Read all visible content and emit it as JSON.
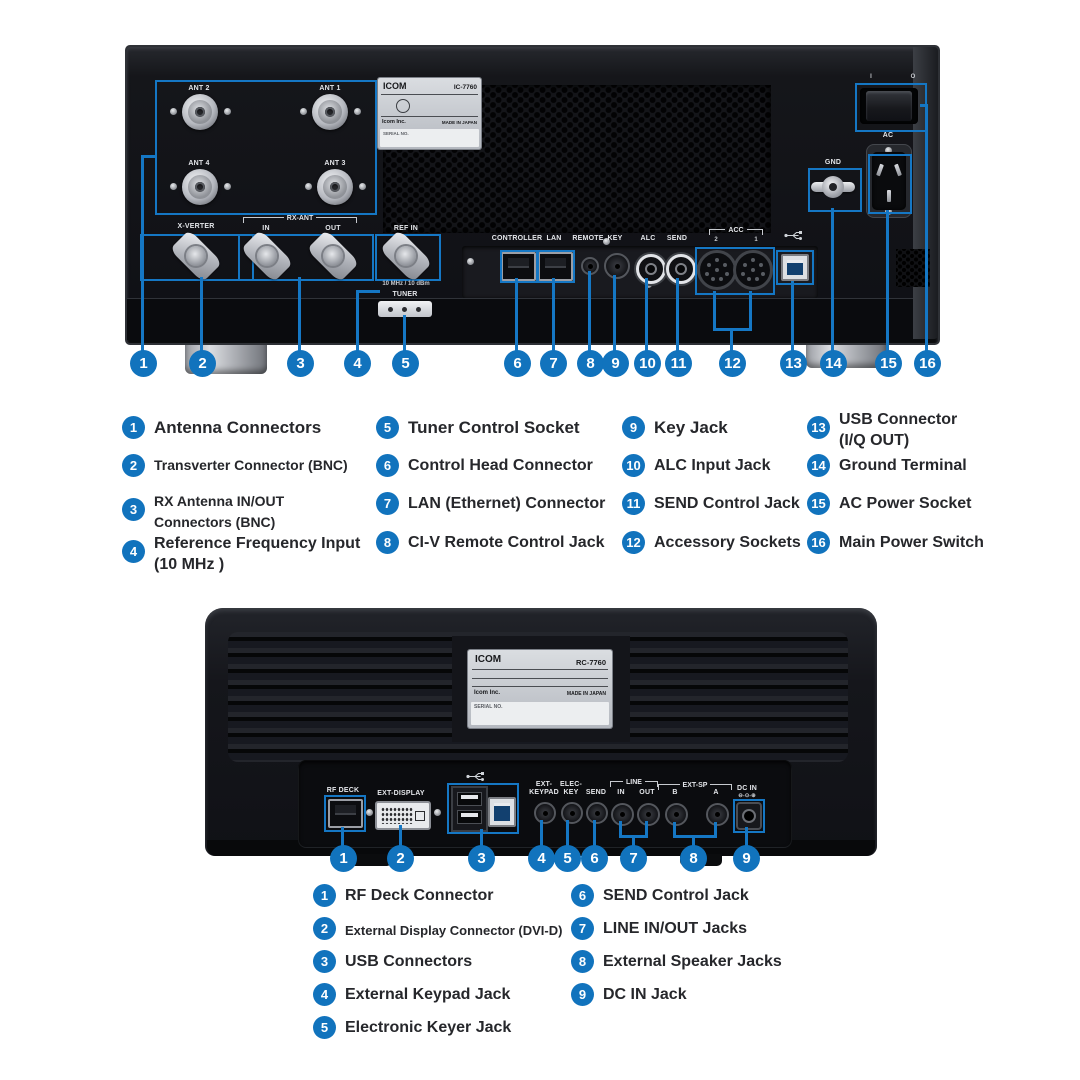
{
  "colors": {
    "accent": "#1577c4",
    "panel": "#101216",
    "legend_text": "#26272b"
  },
  "main_unit": {
    "plate": {
      "brand": "ICOM",
      "model": "IC-7760",
      "maker": "Icom Inc.",
      "made": "MADE IN JAPAN",
      "serial": "SERIAL NO."
    },
    "panel_labels": {
      "ant1": "ANT 1",
      "ant2": "ANT 2",
      "ant3": "ANT 3",
      "ant4": "ANT 4",
      "xverter": "X-VERTER",
      "rx_ant": "RX-ANT",
      "in": "IN",
      "out": "OUT",
      "ref_in": "REF IN",
      "ref_spec": "10 MHz / 10 dBm",
      "tuner": "TUNER",
      "controller": "CONTROLLER",
      "lan": "LAN",
      "remote": "REMOTE",
      "key": "KEY",
      "alc": "ALC",
      "send": "SEND",
      "acc": "ACC",
      "acc_2": "2",
      "acc_1": "1",
      "gnd": "GND",
      "ac": "AC",
      "power_on": "I",
      "power_off": "O"
    },
    "legend": [
      {
        "num": "1",
        "label": "Antenna Connectors"
      },
      {
        "num": "2",
        "label": "Transverter Connector (BNC)"
      },
      {
        "num": "3",
        "label": "RX Antenna IN/OUT",
        "label2": "Connectors (BNC)"
      },
      {
        "num": "4",
        "label": "Reference Frequency Input",
        "label2": "(10 MHz )"
      },
      {
        "num": "5",
        "label": "Tuner Control Socket"
      },
      {
        "num": "6",
        "label": "Control Head Connector"
      },
      {
        "num": "7",
        "label": "LAN (Ethernet) Connector"
      },
      {
        "num": "8",
        "label": "CI-V Remote Control Jack"
      },
      {
        "num": "9",
        "label": "Key Jack"
      },
      {
        "num": "10",
        "label": "ALC Input Jack"
      },
      {
        "num": "11",
        "label": "SEND Control Jack"
      },
      {
        "num": "12",
        "label": "Accessory Sockets"
      },
      {
        "num": "13",
        "label": "USB Connector",
        "label2": "(I/Q OUT)"
      },
      {
        "num": "14",
        "label": "Ground Terminal"
      },
      {
        "num": "15",
        "label": "AC Power Socket"
      },
      {
        "num": "16",
        "label": "Main Power Switch"
      }
    ]
  },
  "controller_unit": {
    "plate": {
      "brand": "ICOM",
      "model": "RC-7760",
      "maker": "Icom Inc.",
      "made": "MADE IN JAPAN",
      "serial": "SERIAL NO."
    },
    "panel_labels": {
      "rf_deck": "RF DECK",
      "ext_display": "EXT-DISPLAY",
      "ext_keypad_1": "EXT-",
      "ext_keypad_2": "KEYPAD",
      "elec_key_1": "ELEC-",
      "elec_key_2": "KEY",
      "send": "SEND",
      "line": "LINE",
      "in": "IN",
      "out": "OUT",
      "ext_sp": "EXT-SP",
      "sp_b": "B",
      "sp_a": "A",
      "dc_in": "DC IN",
      "dc_polarity": "⊖-⊙-⊕"
    },
    "legend": [
      {
        "num": "1",
        "label": "RF Deck Connector"
      },
      {
        "num": "2",
        "label": "External Display Connector (DVI-D)"
      },
      {
        "num": "3",
        "label": "USB Connectors"
      },
      {
        "num": "4",
        "label": "External Keypad Jack"
      },
      {
        "num": "5",
        "label": "Electronic Keyer Jack"
      },
      {
        "num": "6",
        "label": "SEND Control Jack"
      },
      {
        "num": "7",
        "label": "LINE IN/OUT Jacks"
      },
      {
        "num": "8",
        "label": "External Speaker Jacks"
      },
      {
        "num": "9",
        "label": "DC IN Jack"
      }
    ]
  }
}
